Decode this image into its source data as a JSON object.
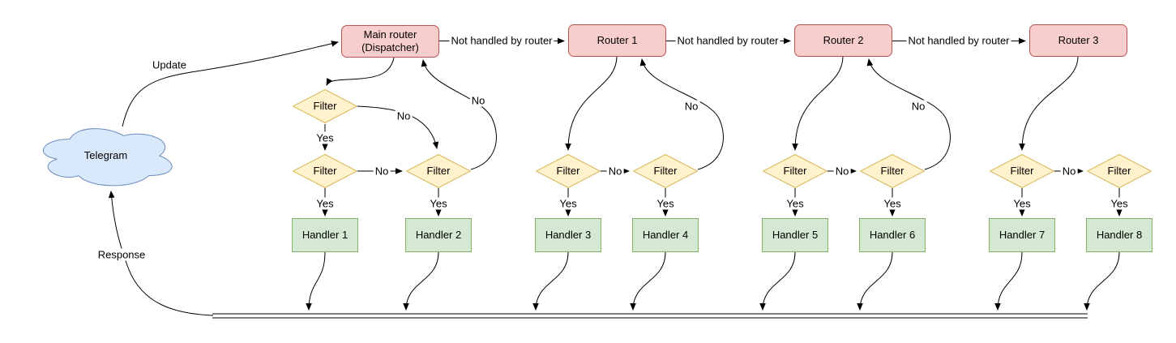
{
  "nodes": {
    "telegram": "Telegram",
    "main_router": {
      "line1": "Main router",
      "line2": "(Dispatcher)"
    },
    "routers": [
      "Router 1",
      "Router 2",
      "Router 3"
    ],
    "filter_label": "Filter",
    "handlers": [
      "Handler 1",
      "Handler 2",
      "Handler 3",
      "Handler 4",
      "Handler 5",
      "Handler 6",
      "Handler 7",
      "Handler 8"
    ]
  },
  "edge_labels": {
    "update": "Update",
    "response": "Response",
    "yes": "Yes",
    "no": "No",
    "not_handled": "Not handled by router"
  },
  "colors": {
    "router_fill": "#f8cecc",
    "router_stroke": "#b85450",
    "filter_fill": "#fff2cc",
    "filter_stroke": "#d6b656",
    "handler_fill": "#d5e8d4",
    "handler_stroke": "#82b366",
    "cloud_fill": "#dae8fc",
    "cloud_stroke": "#6c8ebf",
    "edge_stroke": "#000000",
    "background": "#ffffff"
  }
}
